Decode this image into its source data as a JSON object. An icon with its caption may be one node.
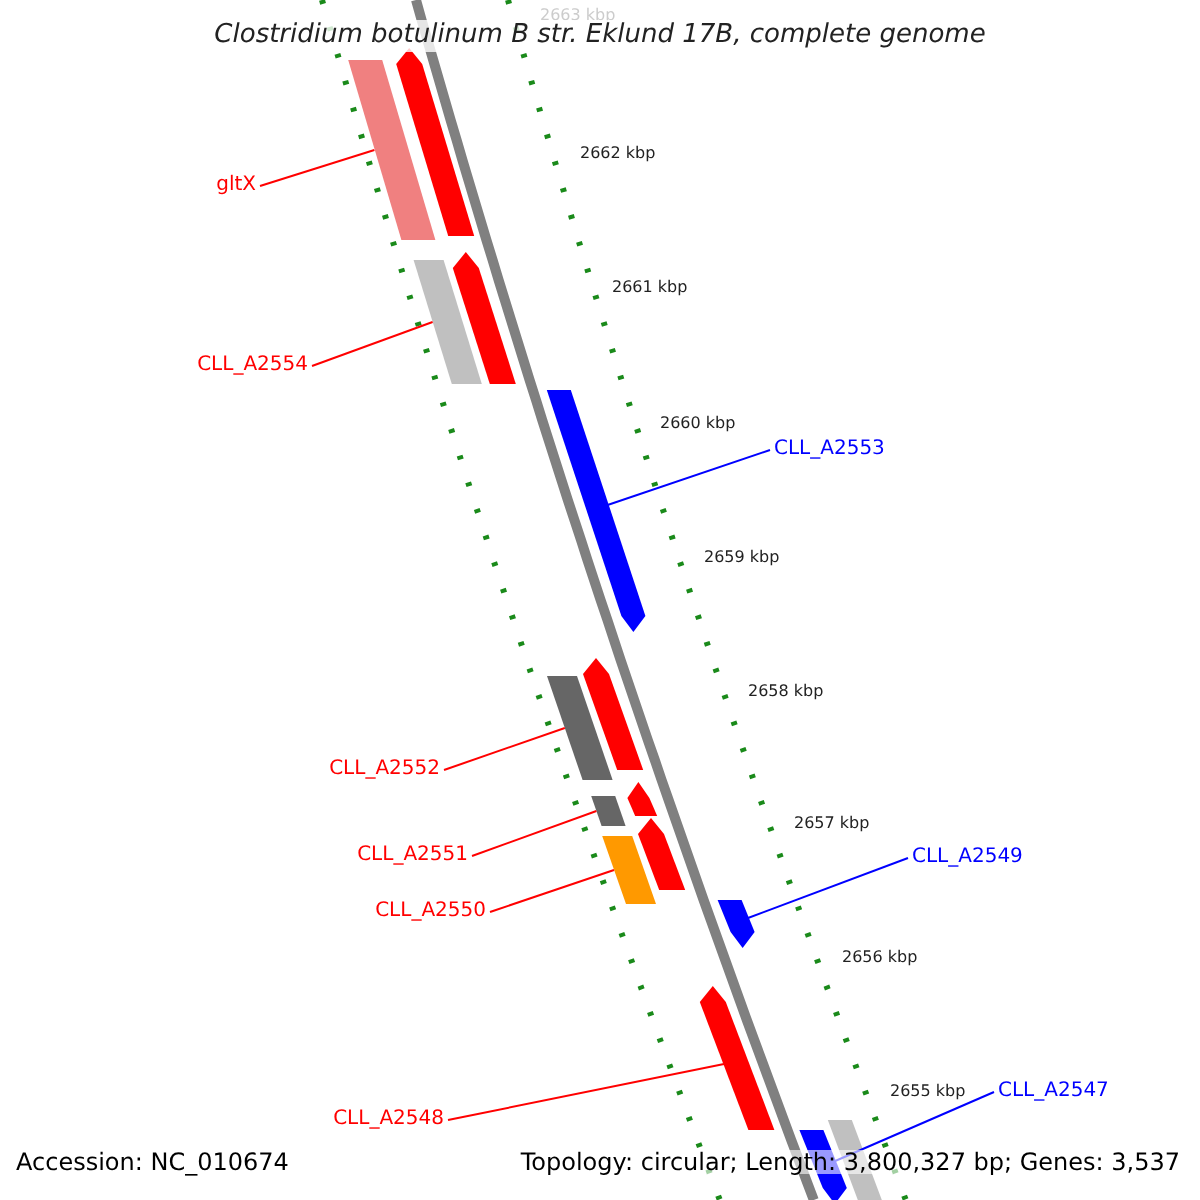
{
  "diagram": {
    "title": "Clostridium botulinum B str. Eklund 17B, complete genome",
    "nodes": [
      {
        "text": [
          "gltX"
        ]
      },
      {
        "text": [
          "CLL_A2554"
        ]
      },
      {
        "text": [
          "CLL_A2553"
        ]
      },
      {
        "text": [
          "CLL_A2552"
        ]
      },
      {
        "text": [
          "CLL_A2551"
        ]
      },
      {
        "text": [
          "CLL_A2550"
        ]
      },
      {
        "text": [
          "CLL_A2549"
        ]
      },
      {
        "text": [
          "CLL_A2548"
        ]
      },
      {
        "text": [
          "CLL_A2547"
        ]
      },
      {
        "text": [],
        "shape": "bar"
      },
      {
        "text": [],
        "shape": "arrow"
      },
      {
        "text": [],
        "shape": "bar"
      },
      {
        "text": [],
        "shape": "arrow"
      },
      {
        "text": [],
        "shape": "arrow"
      },
      {
        "text": [],
        "shape": "bar"
      },
      {
        "text": [],
        "shape": "arrow"
      },
      {
        "text": [],
        "shape": "bar"
      },
      {
        "text": [],
        "shape": "arrow"
      },
      {
        "text": [],
        "shape": "bar"
      },
      {
        "text": [],
        "shape": "arrow"
      },
      {
        "text": [],
        "shape": "arrow"
      },
      {
        "text": [],
        "shape": "arrow"
      },
      {
        "text": [],
        "shape": "arrow"
      },
      {
        "text": [],
        "shape": "bar"
      }
    ],
    "edges": [
      {
        "from": 0,
        "to": 9,
        "arrow": "none"
      },
      {
        "from": 1,
        "to": 11,
        "arrow": "none"
      },
      {
        "from": 2,
        "to": 13,
        "arrow": "none",
        "color": "#0000ff"
      },
      {
        "from": 3,
        "to": 14,
        "arrow": "none"
      },
      {
        "from": 4,
        "to": 16,
        "arrow": "none"
      },
      {
        "from": 5,
        "to": 18,
        "arrow": "none"
      },
      {
        "from": 6,
        "to": 20,
        "arrow": "none",
        "color": "#0000ff"
      },
      {
        "from": 7,
        "to": 21,
        "arrow": "none"
      },
      {
        "from": 8,
        "to": 22,
        "arrow": "none",
        "color": "#0000ff"
      }
    ],
    "labels": [
      "2663 kbp",
      "2662 kbp",
      "2661 kbp",
      "2660 kbp",
      "2659 kbp",
      "2658 kbp",
      "2657 kbp",
      "2656 kbp",
      "2655 kbp",
      "Accession: NC_010674",
      "Topology: circular; Length: 3,800,327 bp; Genes: 3,537"
    ]
  }
}
